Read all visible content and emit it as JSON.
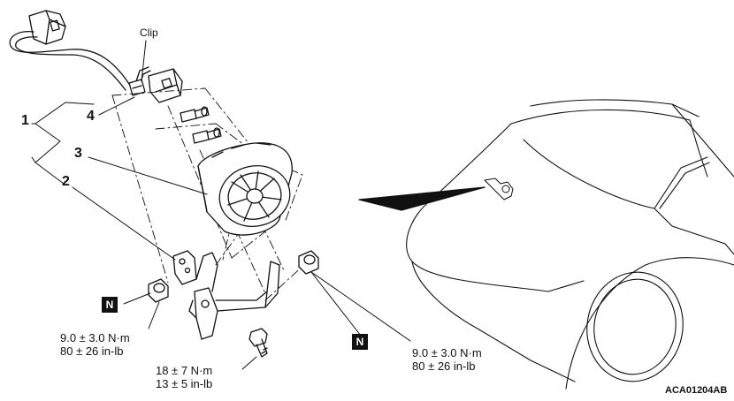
{
  "callouts": {
    "c1": "1",
    "c2": "2",
    "c3": "3",
    "c4": "4",
    "clip": "Clip"
  },
  "nut_marks": {
    "left": "N",
    "right": "N"
  },
  "torques": {
    "left_nm": "9.0 ± 3.0 N·m",
    "left_inlb": "80 ± 26 in-lb",
    "bolt_nm": "18 ± 7 N·m",
    "bolt_inlb": "13 ± 5 in-lb",
    "right_nm": "9.0 ± 3.0 N·m",
    "right_inlb": "80 ± 26 in-lb"
  },
  "figure_code": "ACA01204AB",
  "colors": {
    "ink": "#111111",
    "paper": "#ffffff"
  }
}
